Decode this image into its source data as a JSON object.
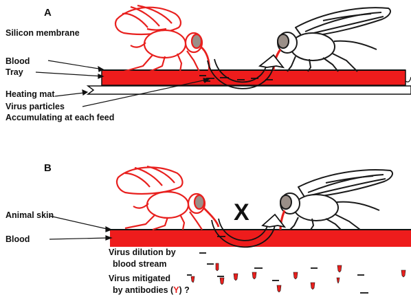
{
  "panel_a": {
    "letter": "A",
    "labels": {
      "membrane": "Silicon membrane",
      "blood": "Blood",
      "tray": "Tray",
      "heating": "Heating mat",
      "virus": "Virus particles",
      "accumulating": "Accumulating at each feed"
    }
  },
  "panel_b": {
    "letter": "B",
    "labels": {
      "skin": "Animal skin",
      "blood": "Blood",
      "dilution_1": "Virus dilution by",
      "dilution_2": "blood stream",
      "mitigated_1": "Virus mitigated",
      "mitigated_2": "by antibodies (",
      "antibody_glyph": "Y",
      "mitigated_3": ") ?"
    },
    "blocked_mark": "X"
  },
  "colors": {
    "infected_fly": "#e8201e",
    "blood": "#ee1c1c",
    "clean_fly": "#1a1a1a",
    "antibody": "#e8201e",
    "eye": "#9a8f88"
  }
}
